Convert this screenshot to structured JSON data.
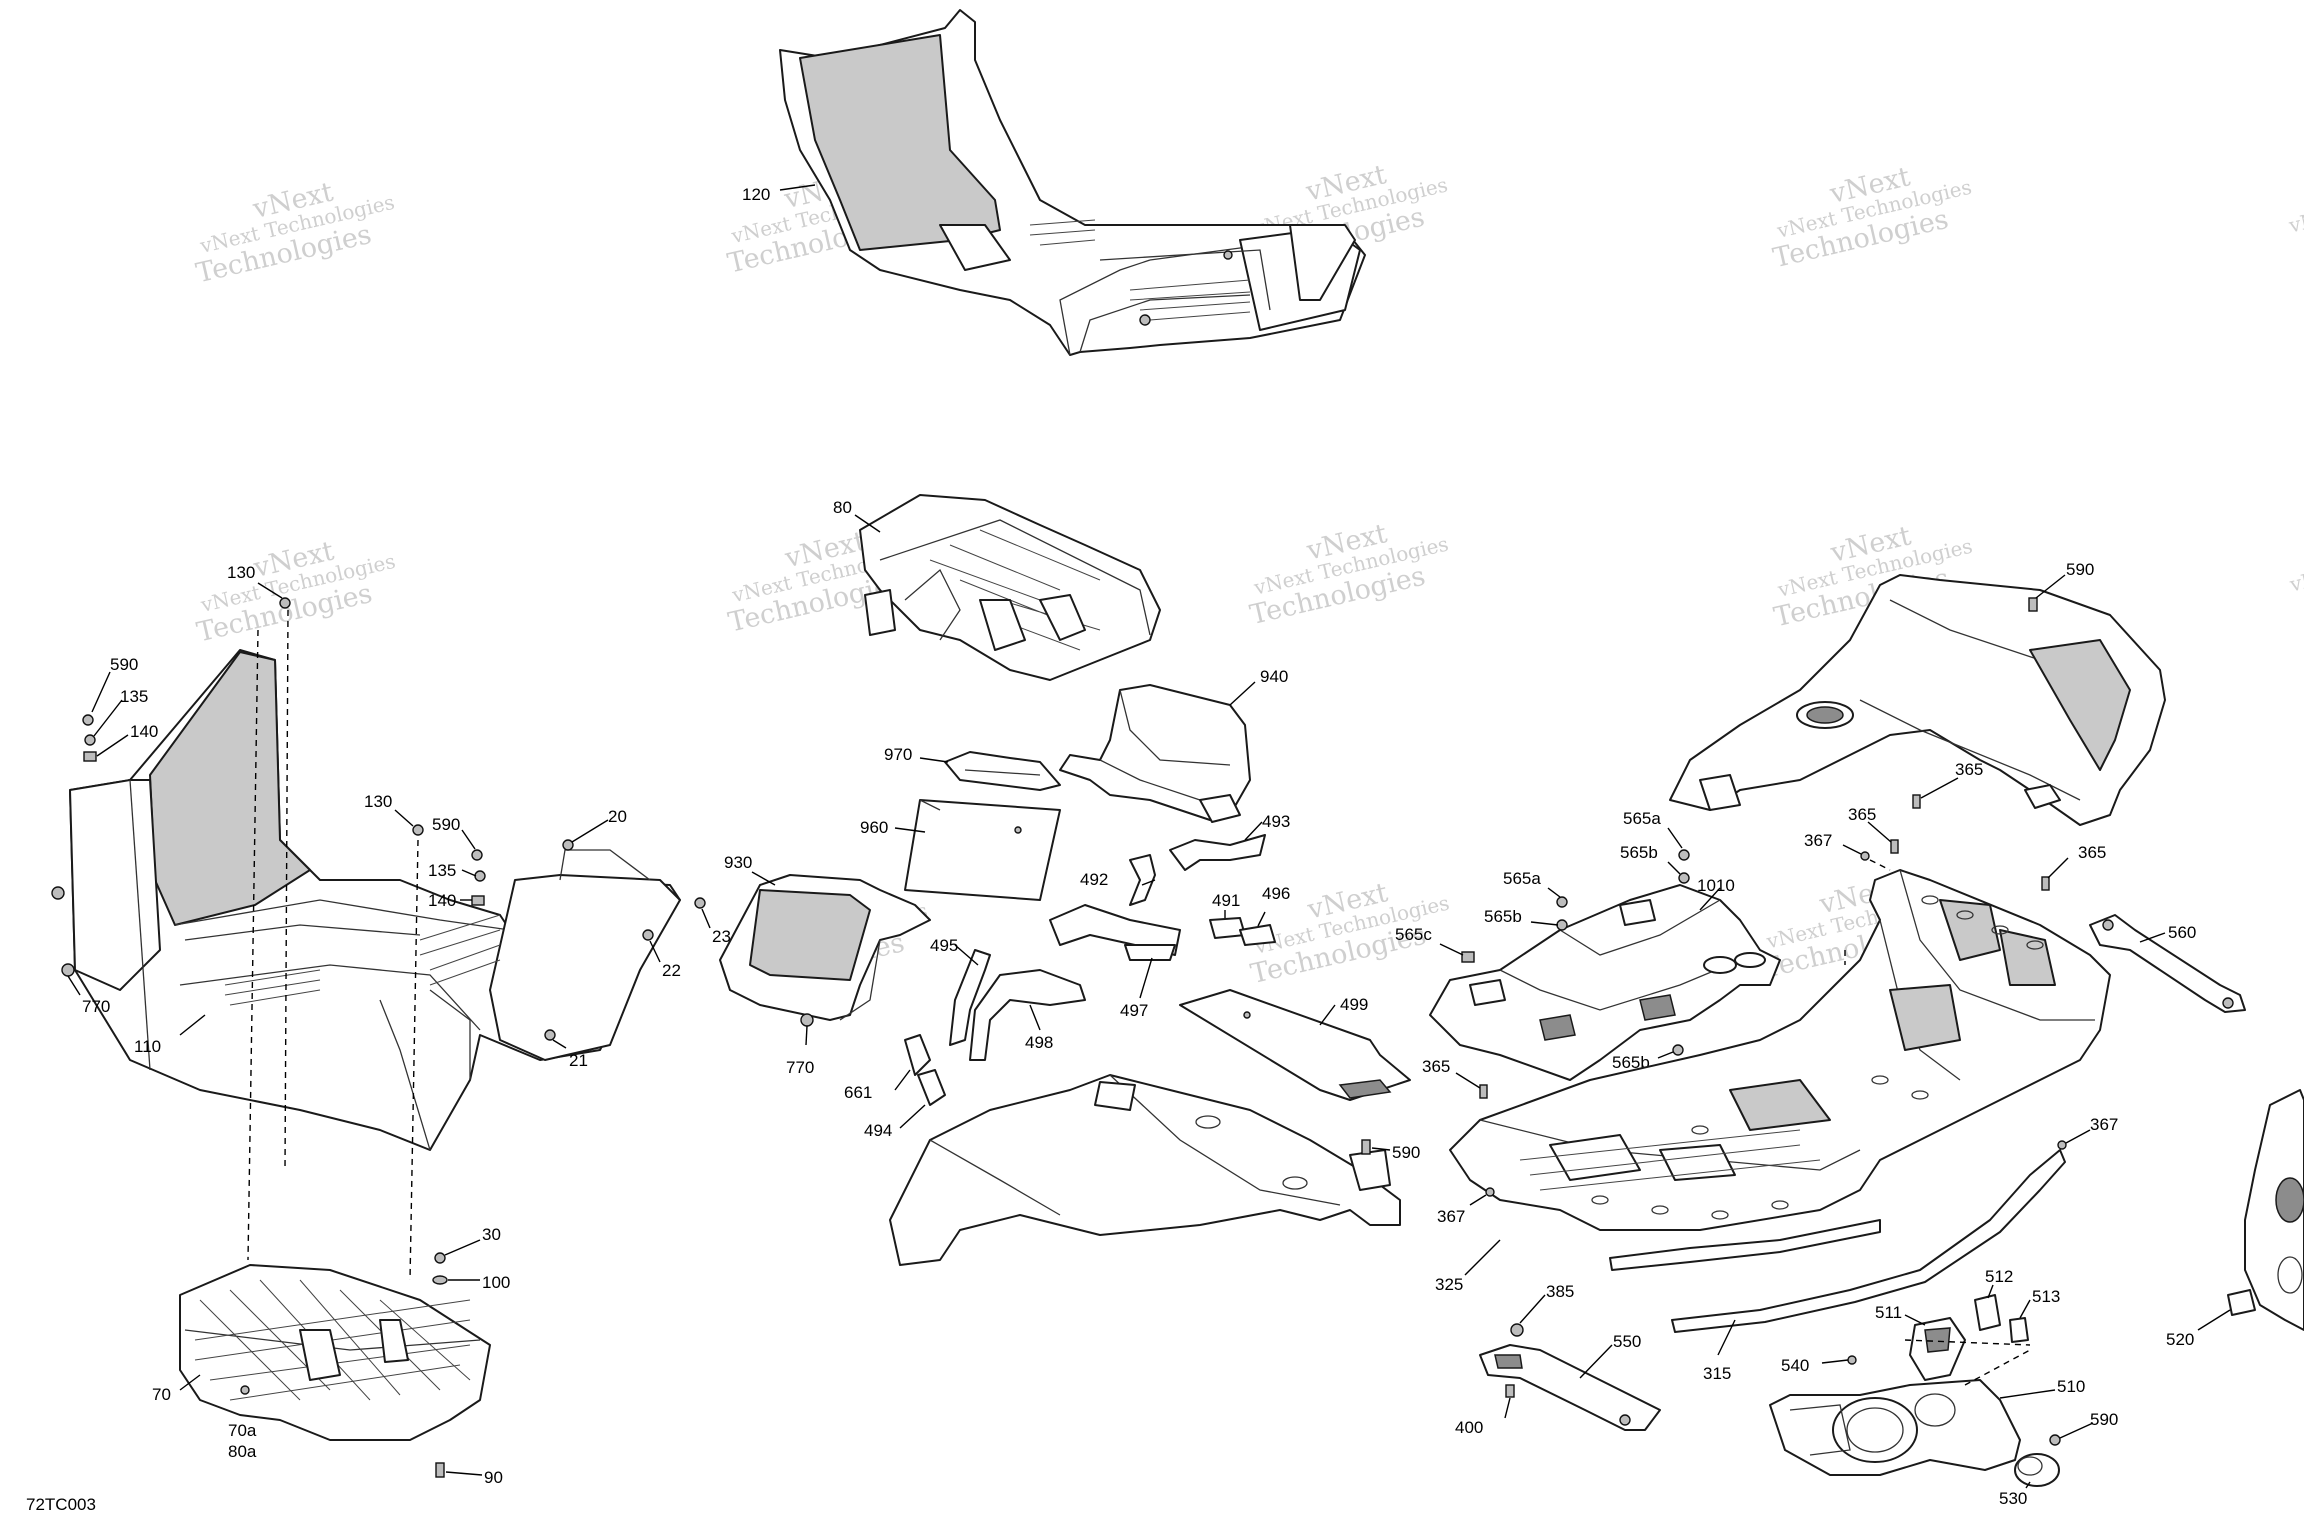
{
  "document": {
    "reference_code": "72TC003",
    "watermark_line1": "vNext",
    "watermark_line2": "vNext Technologies",
    "watermark_line3": "Technologies"
  },
  "callouts": {
    "c120": "120",
    "c80": "80",
    "c130a": "130",
    "c590a": "590",
    "c135a": "135",
    "c140a": "140",
    "c770a": "770",
    "c110": "110",
    "c130b": "130",
    "c590b": "590",
    "c135b": "135",
    "c140b": "140",
    "c20": "20",
    "c23": "23",
    "c22": "22",
    "c21": "21",
    "c30": "30",
    "c100": "100",
    "c70": "70",
    "c70a": "70a",
    "c80a": "80a",
    "c90": "90",
    "c940": "940",
    "c970": "970",
    "c960": "960",
    "c930": "930",
    "c770b": "770",
    "c493": "493",
    "c492": "492",
    "c491": "491",
    "c496": "496",
    "c495": "495",
    "c497": "497",
    "c498": "498",
    "c499": "499",
    "c661": "661",
    "c494": "494",
    "c590c": "590",
    "c590d": "590",
    "c565a1": "565a",
    "c565b1": "565b",
    "c565a2": "565a",
    "c565b2": "565b",
    "c565c": "565c",
    "c1010": "1010",
    "c365a": "365",
    "c365b": "365",
    "c365c": "365",
    "c365d": "365",
    "c367a": "367",
    "c367b": "367",
    "c367c": "367",
    "c560": "560",
    "c565b3": "565b",
    "c565a3": "565a",
    "c325": "325",
    "c385": "385",
    "c550": "550",
    "c400": "400",
    "c315": "315",
    "c511": "511",
    "c512": "512",
    "c513": "513",
    "c540": "540",
    "c510": "510",
    "c590e": "590",
    "c530": "530",
    "c520": "520"
  }
}
